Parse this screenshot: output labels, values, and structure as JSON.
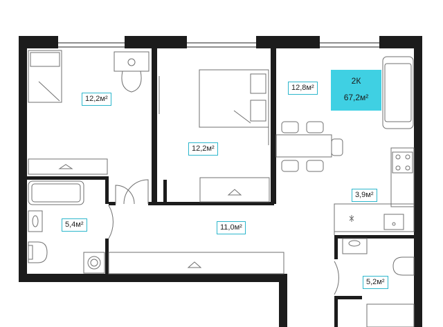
{
  "plan": {
    "apartment": {
      "type": "2К",
      "total_area": "67,2м²"
    },
    "rooms": [
      {
        "id": "bedroom-left",
        "area": "12,2м²"
      },
      {
        "id": "bedroom-mid",
        "area": "12,2м²"
      },
      {
        "id": "living-room",
        "area": "12,8м²"
      },
      {
        "id": "kitchen",
        "area": "3,9м²"
      },
      {
        "id": "bathroom",
        "area": "5,4м²"
      },
      {
        "id": "hallway",
        "area": "11,0м²"
      },
      {
        "id": "bathroom-2",
        "area": "5,2м²"
      }
    ],
    "colors": {
      "wall": "#1c1c1c",
      "accent": "#3fd0e3",
      "label_border": "#2bb6cc",
      "furniture": "#6f6f6f"
    }
  }
}
